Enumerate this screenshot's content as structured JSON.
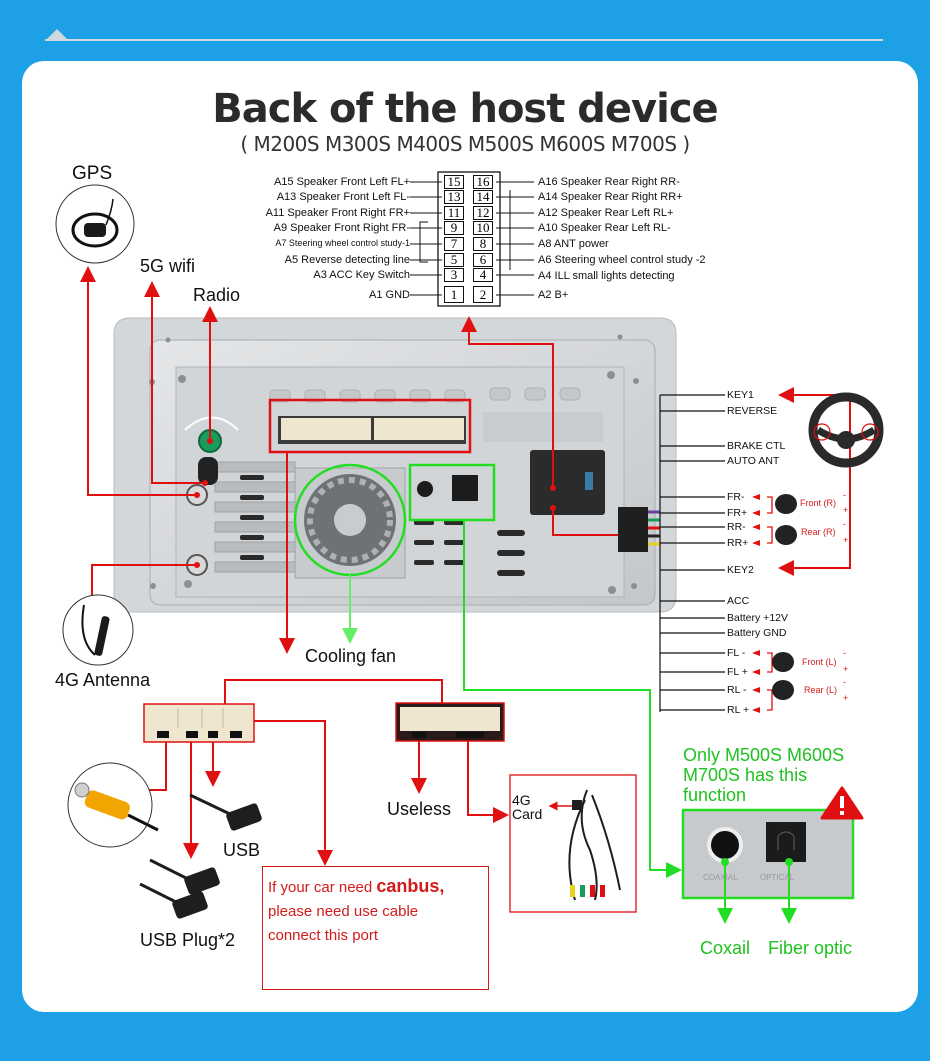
{
  "page": {
    "title": "Back of the host device",
    "subtitle": "( M200S M300S M400S M500S M600S M700S )"
  },
  "connector_pins": {
    "left": [
      {
        "label": "A15  Speaker Front Left FL+",
        "pin": "15"
      },
      {
        "label": "A13  Speaker Front Left FL-",
        "pin": "13"
      },
      {
        "label": "A11  Speaker Front Right FR+",
        "pin": "11"
      },
      {
        "label": "A9    Speaker Front Right FR-",
        "pin": "9"
      },
      {
        "label": "A7   Steering wheel control study-1",
        "pin": "7"
      },
      {
        "label": "A5    Reverse detecting line",
        "pin": "5"
      },
      {
        "label": "A3 ACC Key Switch",
        "pin": "3"
      },
      {
        "label": "A1 GND",
        "pin": "1"
      }
    ],
    "right": [
      {
        "label": "A16 Speaker Rear Right RR-",
        "pin": "16"
      },
      {
        "label": "A14 Speaker Rear Right RR+",
        "pin": "14"
      },
      {
        "label": "A12 Speaker Rear Left RL+",
        "pin": "12"
      },
      {
        "label": "A10 Speaker Rear Left RL-",
        "pin": "10"
      },
      {
        "label": "A8   ANT power",
        "pin": "8"
      },
      {
        "label": "A6   Steering wheel control study -2",
        "pin": "6"
      },
      {
        "label": "A4   ILL small lights detecting",
        "pin": "4"
      },
      {
        "label": "A2   B+",
        "pin": "2"
      }
    ]
  },
  "antenna_labels": {
    "gps": "GPS",
    "wifi": "5G wifi",
    "radio": "Radio",
    "antenna_4g": "4G Antenna",
    "cooling_fan": "Cooling fan"
  },
  "harness_wires": {
    "group1": [
      "KEY1",
      "REVERSE"
    ],
    "group2": [
      "BRAKE CTL",
      "AUTO ANT"
    ],
    "speakers_right": [
      "FR-",
      "FR+",
      "RR-",
      "RR+"
    ],
    "key2": "KEY2",
    "power": [
      "ACC",
      "Battery +12V",
      "Battery GND"
    ],
    "speakers_left": [
      "FL -",
      "FL +",
      "RL -",
      "RL +"
    ],
    "speaker_labels": {
      "front_r": "Front (R)",
      "rear_r": "Rear (R)",
      "front_l": "Front (L)",
      "rear_l": "Rear (L)",
      "minus": "-",
      "plus": "+"
    }
  },
  "accessories": {
    "usb": "USB",
    "usb_plug": "USB Plug*2",
    "useless": "Useless",
    "card_4g": "4G\nCard",
    "card_4g_line1": "4G",
    "card_4g_line2": "Card"
  },
  "canbus_note": {
    "line1_prefix": "If your car need ",
    "line1_bold": "canbus,",
    "line2": "please need use cable",
    "line3": "connect this port"
  },
  "optical_note": {
    "line1": "Only M500S M600S",
    "line2": "M700S has this",
    "line3": "function",
    "port_coaxial": "COAXIAL",
    "port_optical": "OPTICAL",
    "coaxial_label": "Coxail",
    "fiber_label": "Fiber optic"
  },
  "colors": {
    "background": "#1ea0e6",
    "red": "#e01010",
    "green": "#22dd22",
    "light_green": "#66ee66"
  }
}
